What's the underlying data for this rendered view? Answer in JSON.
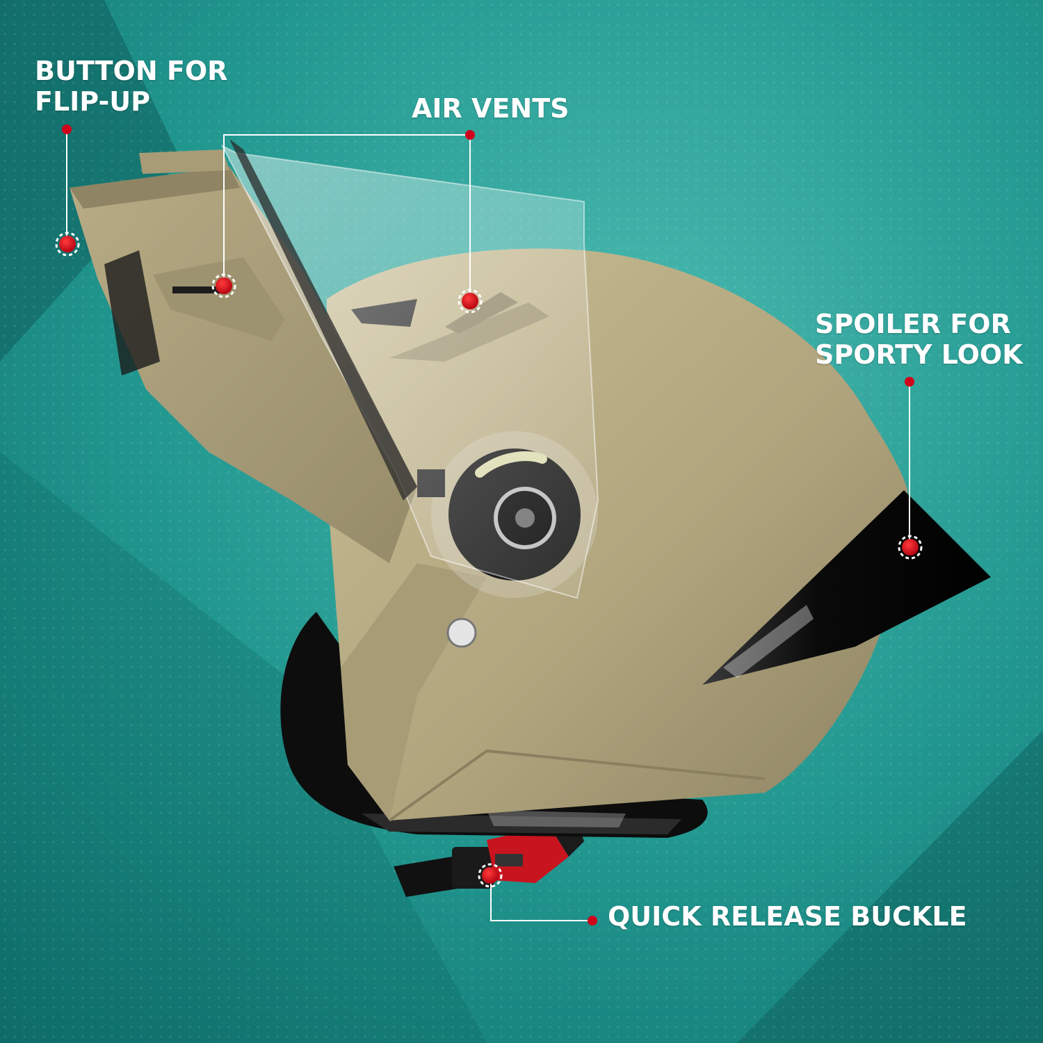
{
  "callouts": {
    "flip_up": {
      "line1": "BUTTON FOR",
      "line2": "FLIP-UP"
    },
    "air_vents": {
      "line1": "AIR VENTS"
    },
    "spoiler": {
      "line1": "SPOILER FOR",
      "line2": "SPORTY LOOK"
    },
    "buckle": {
      "line1": "QUICK RELEASE BUCKLE"
    }
  },
  "colors": {
    "background": "#1f8a85",
    "background_dark": "#0f5f5c",
    "shell": "#b3a780",
    "shell_shadow": "#8f8463",
    "marker": "#d0021b",
    "leader_line": "#ffffff",
    "label_text": "#ffffff"
  }
}
